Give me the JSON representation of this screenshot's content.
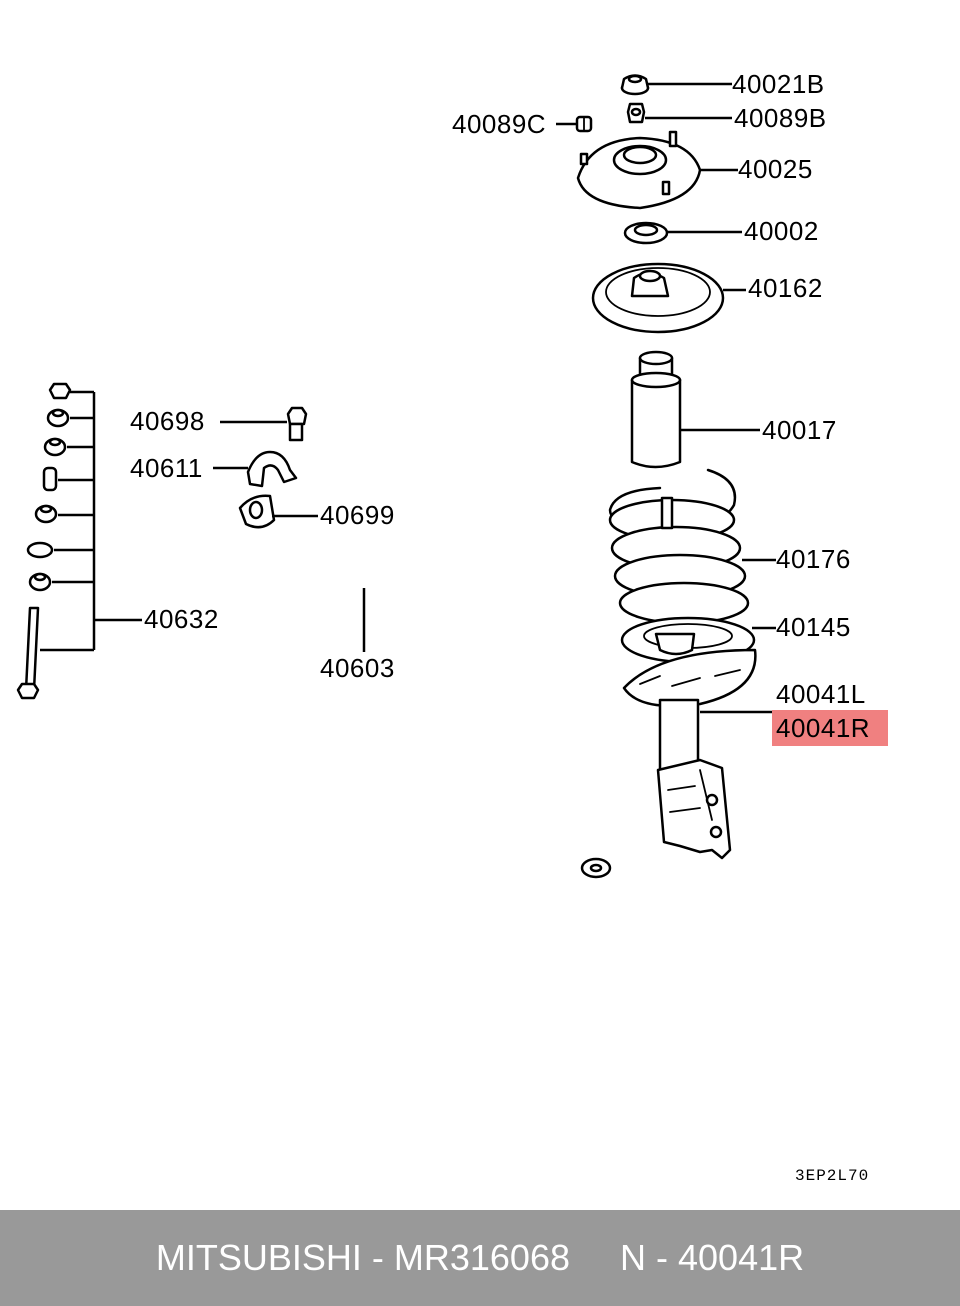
{
  "labels": {
    "p40021B": "40021B",
    "p40089B": "40089B",
    "p40089C": "40089C",
    "p40025": "40025",
    "p40002": "40002",
    "p40162": "40162",
    "p40017": "40017",
    "p40176": "40176",
    "p40145": "40145",
    "p40041L": "40041L",
    "p40041R": "40041R",
    "p40698": "40698",
    "p40611": "40611",
    "p40699": "40699",
    "p40632": "40632",
    "p40603": "40603"
  },
  "highlight_color": "#f08080",
  "diagram_code": "3EP2L70",
  "footer": {
    "text": "MITSUBISHI - MR316068     N - 40041R",
    "background": "#999999"
  }
}
